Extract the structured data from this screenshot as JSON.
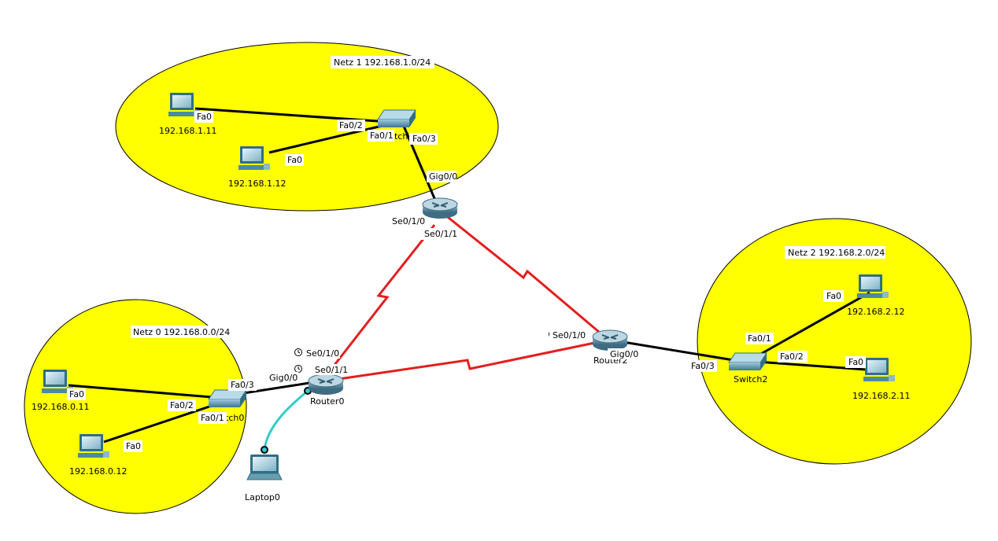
{
  "networks": [
    {
      "id": "net1",
      "label": "Netz 1 192.168.1.0/24"
    },
    {
      "id": "net2",
      "label": "Netz 2 192.168.2.0/24"
    },
    {
      "id": "net0",
      "label": "Netz 0 192.168.0.0/24"
    }
  ],
  "devices": {
    "pc_1_11": {
      "label": "192.168.1.11"
    },
    "pc_1_12": {
      "label": "192.168.1.12"
    },
    "switch1": {
      "label": "tch1"
    },
    "router1": {
      "label": ""
    },
    "router0": {
      "label": "Router0"
    },
    "router2": {
      "label": "Router2"
    },
    "switch0": {
      "label": "tch0"
    },
    "switch2": {
      "label": "Switch2"
    },
    "pc_0_11": {
      "label": "192.168.0.11"
    },
    "pc_0_12": {
      "label": "192.168.0.12"
    },
    "pc_2_12": {
      "label": "192.168.2.12"
    },
    "pc_2_11": {
      "label": "192.168.2.11"
    },
    "laptop0": {
      "label": "Laptop0"
    }
  },
  "ports": {
    "pc111_fa0": "Fa0",
    "pc112_fa0": "Fa0",
    "sw1_fa02": "Fa0/2",
    "sw1_fa01": "Fa0/1",
    "sw1_fa03": "Fa0/3",
    "r1_gig00": "Gig0/0",
    "r1_se010": "Se0/1/0",
    "r1_se011": "Se0/1/1",
    "r0_se010": "Se0/1/0",
    "r0_se011": "Se0/1/1",
    "r0_gig00": "Gig0/0",
    "sw0_fa03": "Fa0/3",
    "sw0_fa02": "Fa0/2",
    "sw0_fa01": "Fa0/1",
    "pc011_fa0": "Fa0",
    "pc012_fa0": "Fa0",
    "r2_se010": "Se0/1/0",
    "r2_gig00": "Gig0/0",
    "sw2_fa03": "Fa0/3",
    "sw2_fa01": "Fa0/1",
    "sw2_fa02": "Fa0/2",
    "pc212_fa0": "Fa0",
    "pc211_fa0": "Fa0"
  },
  "colors": {
    "network_fill": "#ffff00",
    "ethernet": "#000000",
    "serial": "#e31e1e",
    "console": "#33cccc"
  }
}
